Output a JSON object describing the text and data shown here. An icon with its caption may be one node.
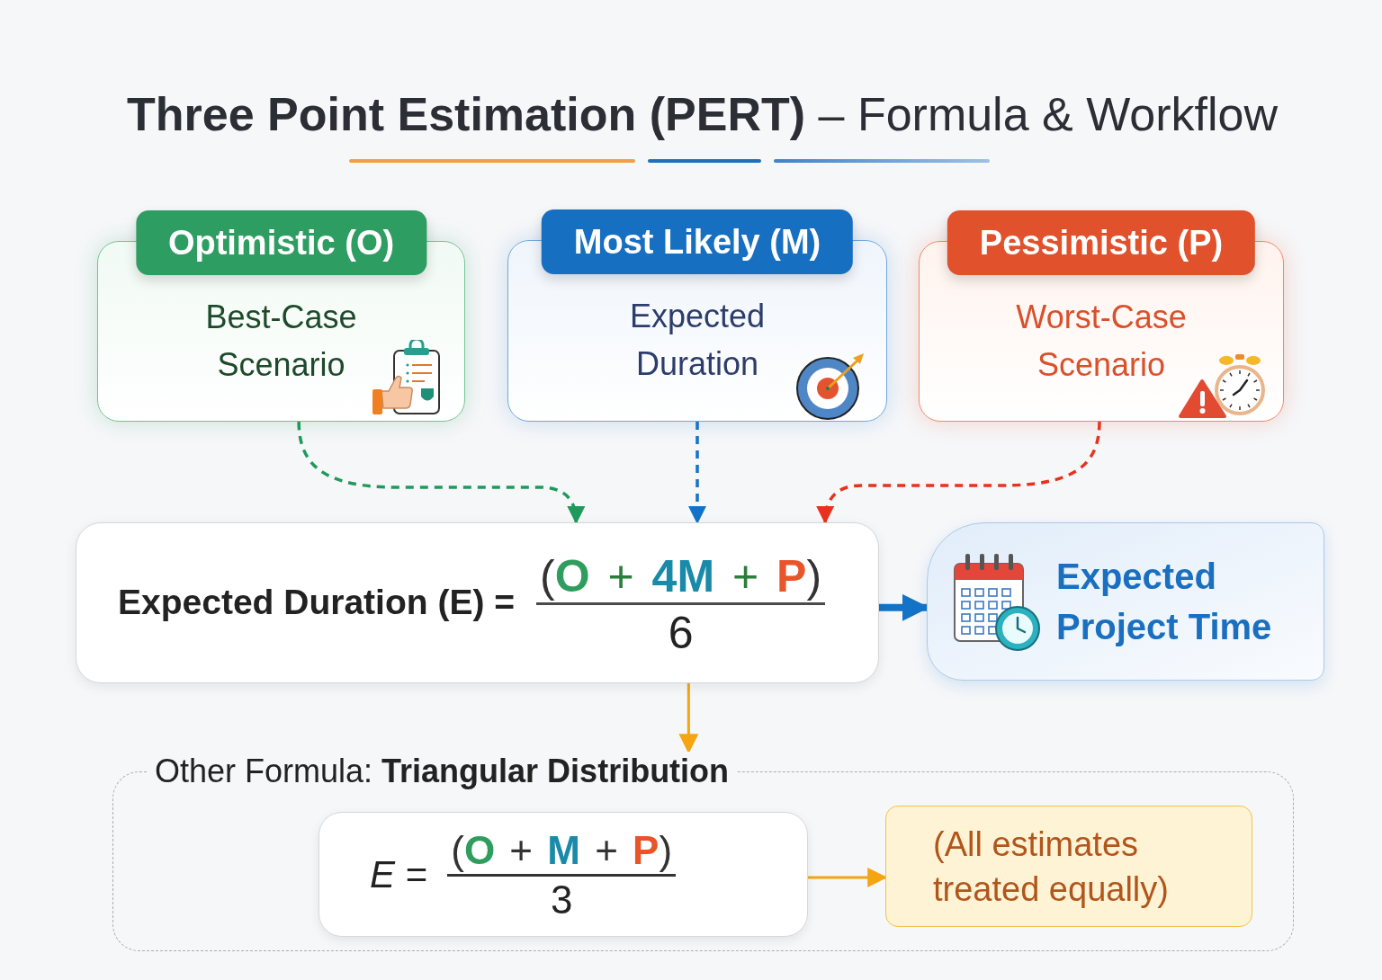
{
  "diagram": {
    "title": "**Three Point Estimation (PERT)** – Formula & Workflow",
    "nodes": [
      {
        "text": [
          "Optimistic (O)",
          "Best-Case Scenario"
        ]
      },
      {
        "text": [
          "Most Likely (M)",
          "Expected Duration"
        ]
      },
      {
        "text": [
          "Pessimistic (P)",
          "Worst-Case Scenario"
        ]
      },
      {
        "text": [
          "Expected Duration (E) =",
          "(O + 4M + P)",
          "6"
        ]
      },
      {
        "text": [
          "Expected Project Time"
        ]
      },
      {
        "text": [
          "Other Formula: **Triangular Distribution**"
        ]
      },
      {
        "text": [
          "*E* =",
          "(O + M + P)",
          "3"
        ],
        "in": 5
      },
      {
        "text": [
          "(All estimates treated equally)"
        ],
        "in": 5
      }
    ],
    "edges": [
      {
        "from": 0,
        "to": 3,
        "arrow": "to",
        "style": "dashed",
        "color": "#1f9a5a"
      },
      {
        "from": 1,
        "to": 3,
        "arrow": "to",
        "style": "dashed",
        "color": "#1473c6"
      },
      {
        "from": 2,
        "to": 3,
        "arrow": "to",
        "style": "dashed",
        "color": "#e8321c"
      },
      {
        "from": 3,
        "to": 4,
        "arrow": "to",
        "style": "thick",
        "color": "#1473c6"
      },
      {
        "from": 3,
        "to": 5,
        "arrow": "to",
        "color": "#f5a511"
      },
      {
        "from": 6,
        "to": 7,
        "arrow": "to",
        "color": "#f5a511"
      }
    ]
  }
}
